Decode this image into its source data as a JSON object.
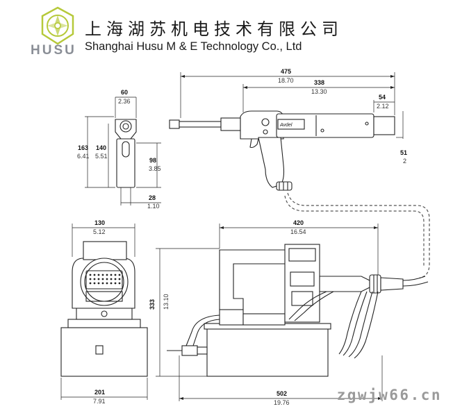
{
  "header": {
    "brand_word": "HUSU",
    "company_cn": "上海湖苏机电技术有限公司",
    "company_en": "Shanghai Husu M & E Technology Co., Ltd"
  },
  "dimensions": {
    "gun_side": {
      "overall_len": {
        "mm": "475",
        "in": "18.70"
      },
      "body_len": {
        "mm": "338",
        "in": "13.30"
      },
      "rear_len": {
        "mm": "54",
        "in": "2.12"
      },
      "right_h": {
        "mm": "51",
        "in": "2"
      }
    },
    "gun_front": {
      "width": {
        "mm": "60",
        "in": "2.36"
      },
      "total_h": {
        "mm": "163",
        "in": "6.41"
      },
      "upper_h": {
        "mm": "140",
        "in": "5.51"
      },
      "grip_h": {
        "mm": "98",
        "in": "3.85"
      },
      "grip_w": {
        "mm": "28",
        "in": "1.10"
      }
    },
    "unit_front": {
      "top_w": {
        "mm": "130",
        "in": "5.12"
      },
      "base_w": {
        "mm": "201",
        "in": "7.91"
      }
    },
    "unit_side": {
      "top_len": {
        "mm": "420",
        "in": "16.54"
      },
      "height": {
        "mm": "333",
        "in": "13.10"
      },
      "base_len": {
        "mm": "502",
        "in": "19.76"
      }
    },
    "tool_label": "Avdel"
  },
  "watermark": "zgwjw66.cn",
  "colors": {
    "logo_green": "#b6c93a",
    "logo_grey": "#8a8e96"
  }
}
